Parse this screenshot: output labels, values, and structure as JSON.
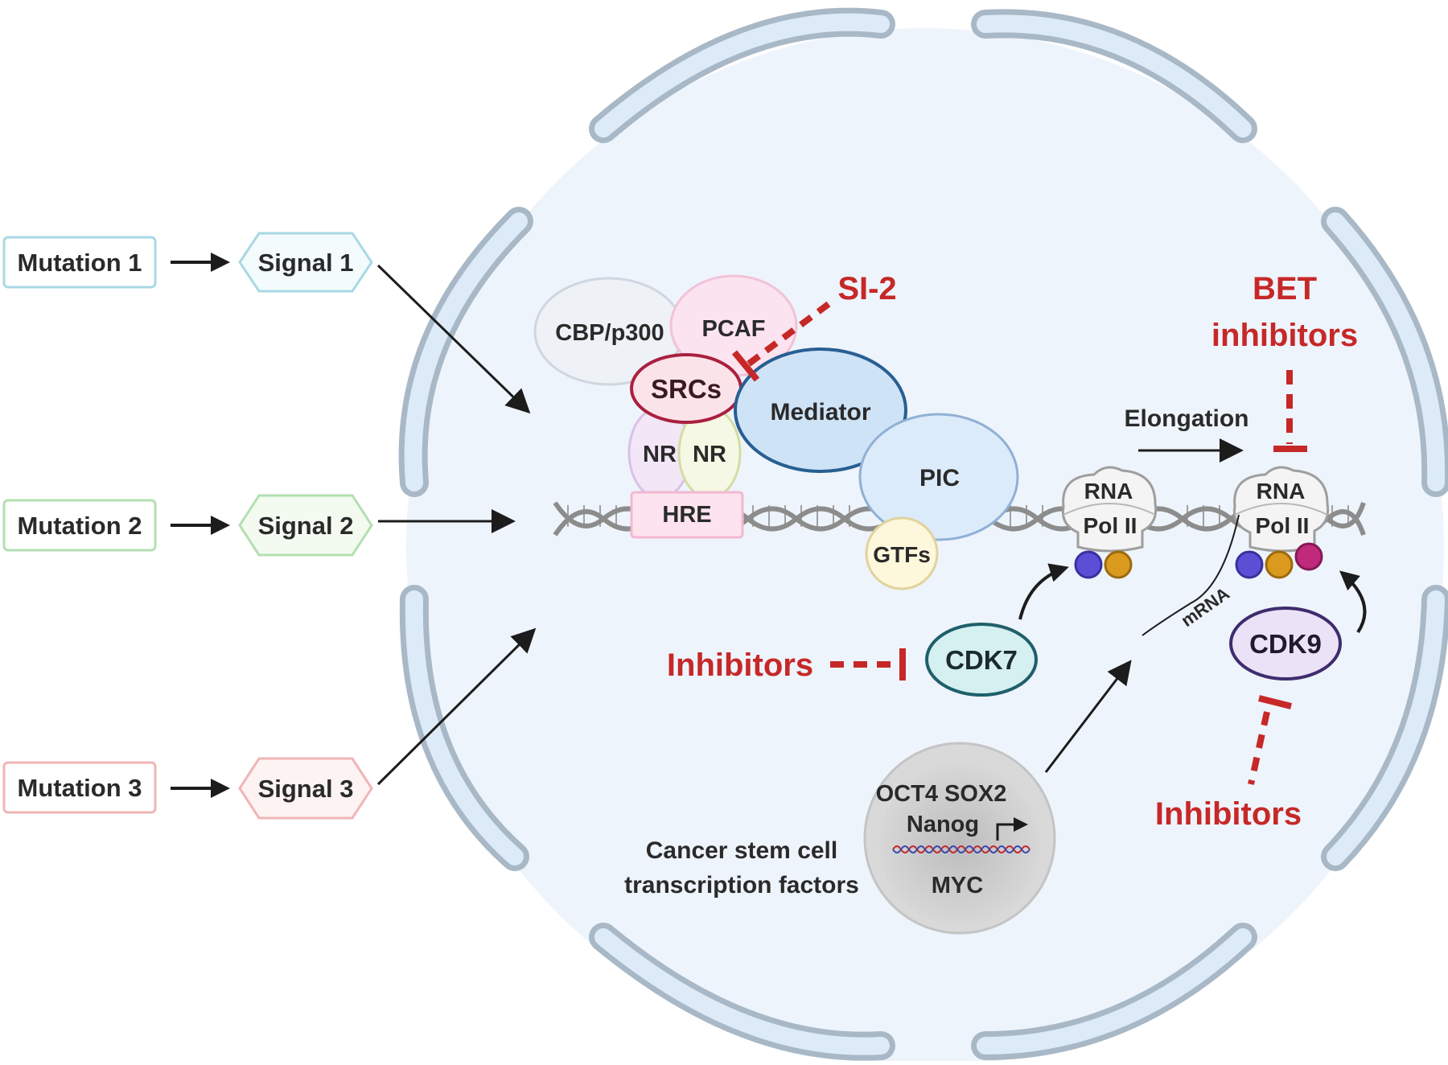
{
  "left": {
    "mutations": [
      "Mutation 1",
      "Mutation 2",
      "Mutation 3"
    ],
    "signals": [
      "Signal 1",
      "Signal 2",
      "Signal 3"
    ]
  },
  "complex": {
    "cbp": "CBP/p300",
    "pcaf": "PCAF",
    "srcs": "SRCs",
    "nr1": "NR",
    "nr2": "NR",
    "hre": "HRE",
    "mediator": "Mediator",
    "pic": "PIC",
    "gtfs": "GTFs"
  },
  "polymerase": {
    "line1": "RNA",
    "line2": "Pol II",
    "elongation": "Elongation",
    "mrna": "mRNA"
  },
  "kinases": {
    "cdk7": "CDK7",
    "cdk9": "CDK9"
  },
  "inhibitors": {
    "si2": "SI-2",
    "bet_line1": "BET",
    "bet_line2": "inhibitors",
    "cdk7_inhibitors": "Inhibitors",
    "cdk9_inhibitors": "Inhibitors"
  },
  "stem_cell": {
    "line1": "OCT4 SOX2",
    "line2": "Nanog",
    "line3": "MYC",
    "caption1": "Cancer stem cell",
    "caption2": "transcription factors"
  },
  "colors": {
    "inhibitor_red": "#c62828",
    "membrane": "#a8b8c6",
    "membrane_fill": "#dcebf7",
    "cell_fill": "#eef4fb"
  }
}
